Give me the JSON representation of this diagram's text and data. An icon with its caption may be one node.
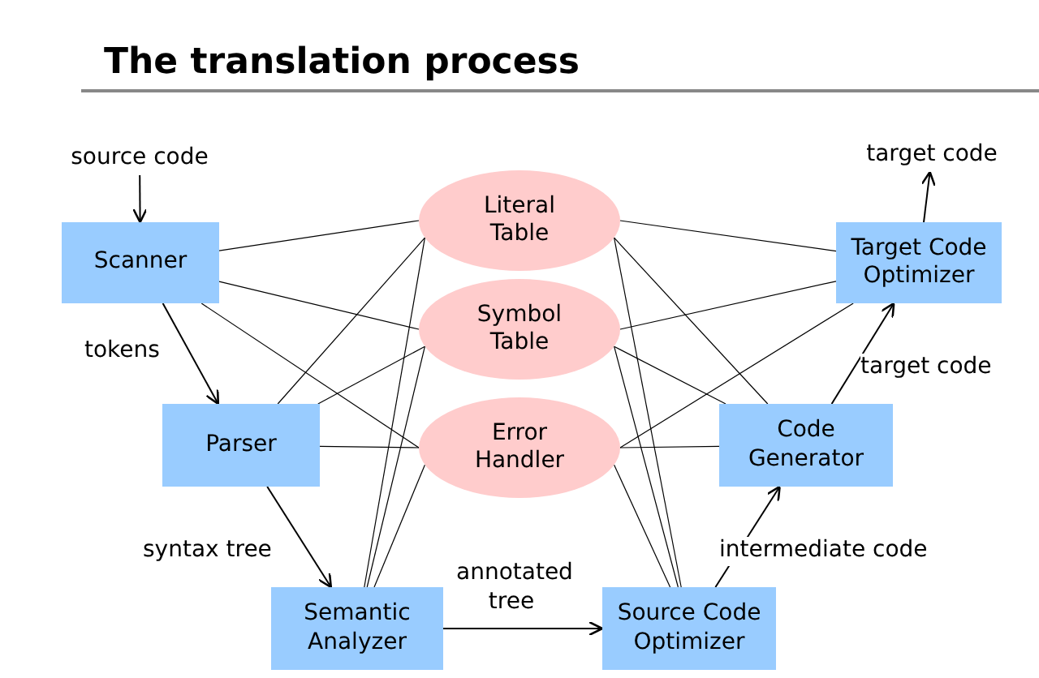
{
  "diagram": {
    "title": "The translation process",
    "nodes": [
      {
        "text": [
          "source code"
        ]
      },
      {
        "text": [
          "target code"
        ]
      },
      {
        "text": [
          "Scanner"
        ]
      },
      {
        "text": [
          "Literal Table"
        ]
      },
      {
        "text": [
          "Target Code Optimizer"
        ]
      },
      {
        "text": [
          "Symbol Table"
        ]
      },
      {
        "text": [
          "Parser"
        ]
      },
      {
        "text": [
          "Error Handler"
        ]
      },
      {
        "text": [
          "Code Generator"
        ]
      },
      {
        "text": [
          "Semantic Analyzer"
        ]
      },
      {
        "text": [
          "Source Code Optimizer"
        ]
      }
    ],
    "edges": [
      {
        "from": 0,
        "to": 2,
        "arrow": "to"
      },
      {
        "from": 2,
        "to": 6,
        "arrow": "to",
        "label": "tokens"
      },
      {
        "from": 6,
        "to": 9,
        "arrow": "to",
        "label": "syntax tree"
      },
      {
        "from": 9,
        "to": 10,
        "arrow": "to",
        "label": "annotated tree"
      },
      {
        "from": 10,
        "to": 8,
        "arrow": "to",
        "label": "intermediate code"
      },
      {
        "from": 8,
        "to": 4,
        "arrow": "to",
        "label": "target code"
      },
      {
        "from": 4,
        "to": 1,
        "arrow": "to"
      },
      {
        "from": 2,
        "to": 3,
        "arrow": "none"
      },
      {
        "from": 2,
        "to": 5,
        "arrow": "none"
      },
      {
        "from": 2,
        "to": 7,
        "arrow": "none"
      },
      {
        "from": 6,
        "to": 3,
        "arrow": "none"
      },
      {
        "from": 6,
        "to": 5,
        "arrow": "none"
      },
      {
        "from": 6,
        "to": 7,
        "arrow": "none"
      },
      {
        "from": 9,
        "to": 3,
        "arrow": "none"
      },
      {
        "from": 9,
        "to": 5,
        "arrow": "none"
      },
      {
        "from": 9,
        "to": 7,
        "arrow": "none"
      },
      {
        "from": 4,
        "to": 3,
        "arrow": "none"
      },
      {
        "from": 4,
        "to": 5,
        "arrow": "none"
      },
      {
        "from": 4,
        "to": 7,
        "arrow": "none"
      },
      {
        "from": 8,
        "to": 3,
        "arrow": "none"
      },
      {
        "from": 8,
        "to": 5,
        "arrow": "none"
      },
      {
        "from": 8,
        "to": 7,
        "arrow": "none"
      },
      {
        "from": 10,
        "to": 3,
        "arrow": "none"
      },
      {
        "from": 10,
        "to": 5,
        "arrow": "none"
      },
      {
        "from": 10,
        "to": 7,
        "arrow": "none"
      }
    ]
  }
}
